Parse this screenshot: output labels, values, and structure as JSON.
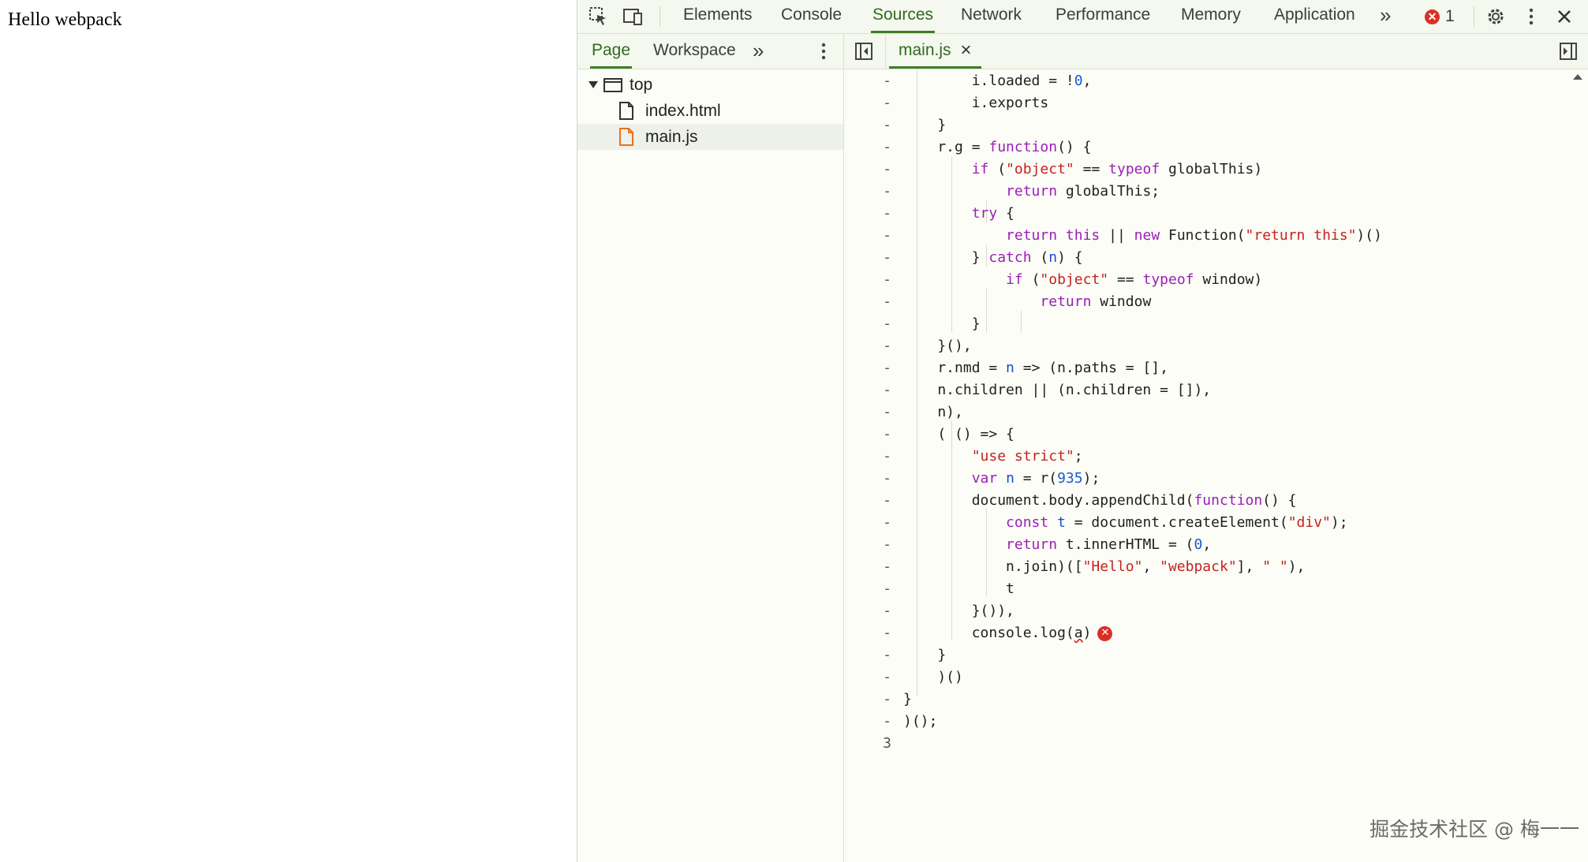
{
  "page": {
    "text": "Hello webpack"
  },
  "toolbar": {
    "tabs": [
      {
        "label": "Elements"
      },
      {
        "label": "Console"
      },
      {
        "label": "Sources"
      },
      {
        "label": "Network"
      },
      {
        "label": "Performance"
      },
      {
        "label": "Memory"
      },
      {
        "label": "Application"
      }
    ],
    "more": "»",
    "error_count": "1",
    "error_glyph": "✕"
  },
  "navigator": {
    "tabs": [
      {
        "label": "Page"
      },
      {
        "label": "Workspace"
      }
    ],
    "more": "»",
    "tree": [
      {
        "label": "top"
      },
      {
        "label": "index.html"
      },
      {
        "label": "main.js"
      }
    ]
  },
  "editor": {
    "file_tab": "main.js",
    "close_glyph": "×",
    "gutter_dash": "-",
    "last_line_number": "3",
    "error_glyph": "✕"
  },
  "watermark": "掘金技术社区 @ 梅一一",
  "colors": {
    "accent": "#3f7d26",
    "keyword": "#9b1eb8",
    "string": "#c5221f",
    "number": "#1a5bd0",
    "error": "#d93025"
  }
}
